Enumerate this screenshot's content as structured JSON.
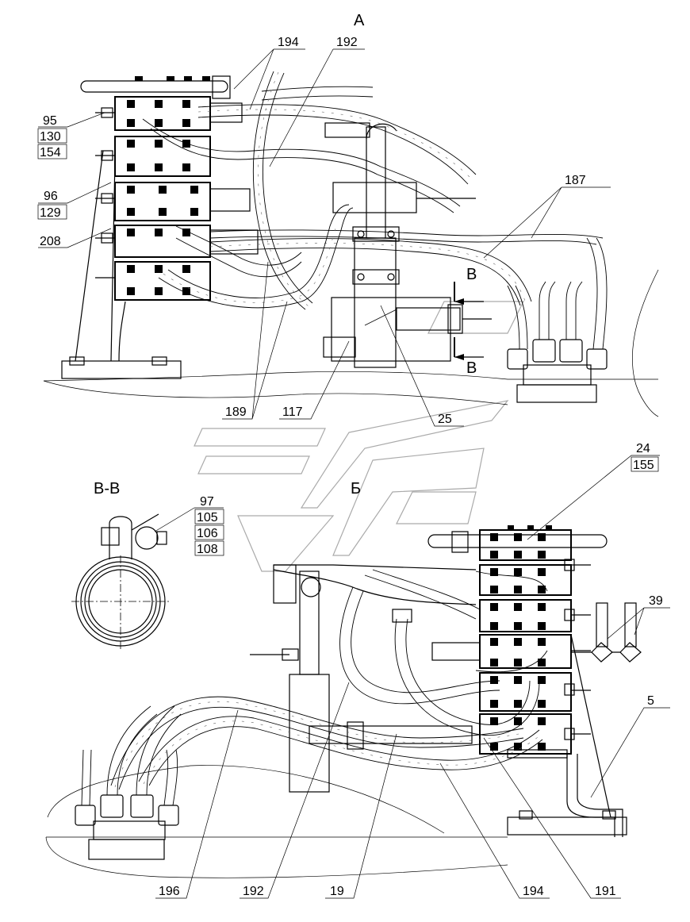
{
  "views": {
    "top": "А",
    "bottom": "Б",
    "section": "В-В",
    "cut_top": "В",
    "cut_bottom": "В"
  },
  "callouts": {
    "c194a": "194",
    "c192a": "192",
    "c95": "95",
    "c130": "130",
    "c154": "154",
    "c96": "96",
    "c129": "129",
    "c208": "208",
    "c187": "187",
    "c189": "189",
    "c117": "117",
    "c25": "25",
    "c24": "24",
    "c155": "155",
    "c97": "97",
    "c105": "105",
    "c106": "106",
    "c108": "108",
    "c39": "39",
    "c5": "5",
    "c196": "196",
    "c192b": "192",
    "c19": "19",
    "c194b": "194",
    "c191": "191"
  }
}
